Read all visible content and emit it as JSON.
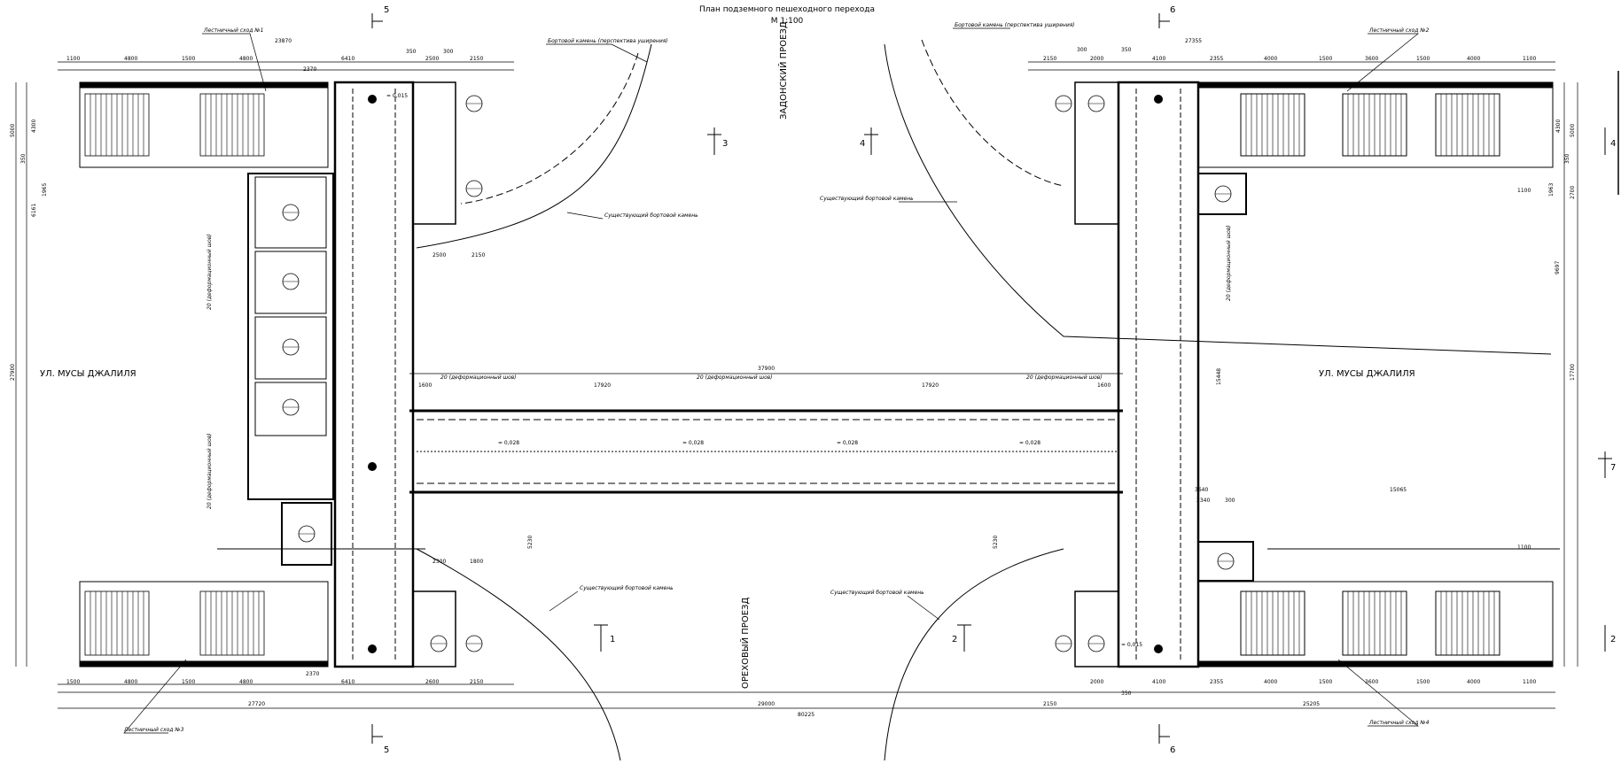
{
  "drawing": {
    "title": "План подземного пешеходного перехода",
    "scale": "М 1:100",
    "streets": {
      "musa_left": "УЛ. МУСЫ ДЖАЛИЛЯ",
      "musa_right": "УЛ. МУСЫ ДЖАЛИЛЯ",
      "zadonsky": "ЗАДОНСКИЙ ПРОЕЗД",
      "orekhovy": "ОРЕХОВЫЙ ПРОЕЗД"
    },
    "callouts": {
      "stair1": "Лестничный сход №1",
      "stair2": "Лестничный сход №2",
      "stair3": "Лестничный сход №3",
      "stair4": "Лестничный сход №4",
      "curb_top_left": "Бортовой камень (перспектива уширения)",
      "curb_top_right": "Бортовой камень (перспектива уширения)",
      "existing_curb_1": "Существующий бортовой камень",
      "existing_curb_2": "Существующий бортовой камень",
      "existing_curb_3": "Существующий бортовой камень",
      "existing_curb_4": "Существующий бортовой камень"
    },
    "joint_label": "20 (деформационный шов)",
    "slopes": {
      "tunnel": "= 0,028",
      "stair": "= 0,015"
    },
    "sections": {
      "s1": "1",
      "s2": "2",
      "s3": "3",
      "s4": "4",
      "s5_top": "5",
      "s5_bottom": "5",
      "s6_top": "6",
      "s6_bottom": "6",
      "s7": "7",
      "s4_right": "4",
      "s2_right": "2"
    },
    "dims": {
      "top_left": [
        "1100",
        "4800",
        "1500",
        "4800",
        "2370",
        "6410",
        "350",
        "2500",
        "300",
        "2150"
      ],
      "top_left_total": "23870",
      "top_right": [
        "2150",
        "300",
        "2000",
        "350",
        "4100",
        "2355",
        "4000",
        "1500",
        "3600",
        "1500",
        "4000",
        "1100"
      ],
      "top_right_total": "27355",
      "bottom_left": [
        "1500",
        "4800",
        "1500",
        "4800",
        "2370",
        "6410",
        "2600",
        "2150"
      ],
      "bottom_left_total": "27720",
      "bottom_center": "29000",
      "bottom_right": [
        "2150",
        "2000",
        "350",
        "4100",
        "2355",
        "4000",
        "1500",
        "3600",
        "1500",
        "4000",
        "1100"
      ],
      "bottom_right_total": "25205",
      "overall": "80225",
      "tunnel_total": "37900",
      "tunnel_mid": [
        "17920",
        "17920"
      ],
      "tunnel_ends": [
        "1600",
        "1600"
      ],
      "left_side": [
        "5000",
        "4300",
        "350",
        "6161",
        "1965",
        "27900"
      ],
      "right_side": [
        "5000",
        "4300",
        "350",
        "1963",
        "2700",
        "17700",
        "9697",
        "15448"
      ],
      "misc": [
        "2500",
        "2150",
        "2300",
        "1800",
        "5230",
        "5230",
        "3640",
        "2340",
        "15065",
        "300",
        "1100",
        "1100",
        "1963",
        "2700",
        "4100",
        "350",
        "4300",
        "4100"
      ]
    }
  }
}
